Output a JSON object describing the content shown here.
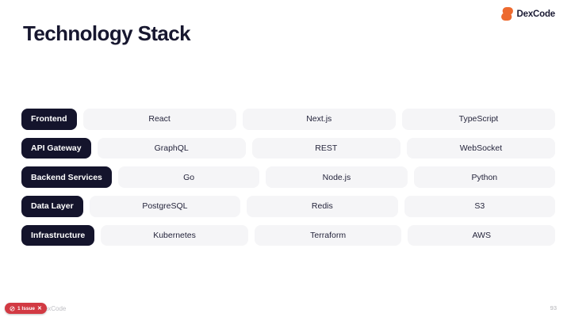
{
  "slide": {
    "title": "Technology Stack",
    "page_number": "93"
  },
  "logo": {
    "text": "DexCode"
  },
  "footer": {
    "watermark": "DexCode"
  },
  "badge": {
    "label": "1 Issue",
    "close": "✕"
  },
  "colors": {
    "brand_orange": "#ed6a2f",
    "dark_navy": "#14142c",
    "light_pill_gray": "#f5f5f7",
    "badge_red": "#d23a43",
    "background": "#ffffff"
  },
  "stack": {
    "rows": [
      {
        "category": "Frontend",
        "items": [
          "React",
          "Next.js",
          "TypeScript"
        ]
      },
      {
        "category": "API Gateway",
        "items": [
          "GraphQL",
          "REST",
          "WebSocket"
        ]
      },
      {
        "category": "Backend Services",
        "items": [
          "Go",
          "Node.js",
          "Python"
        ]
      },
      {
        "category": "Data Layer",
        "items": [
          "PostgreSQL",
          "Redis",
          "S3"
        ]
      },
      {
        "category": "Infrastructure",
        "items": [
          "Kubernetes",
          "Terraform",
          "AWS"
        ]
      }
    ]
  }
}
